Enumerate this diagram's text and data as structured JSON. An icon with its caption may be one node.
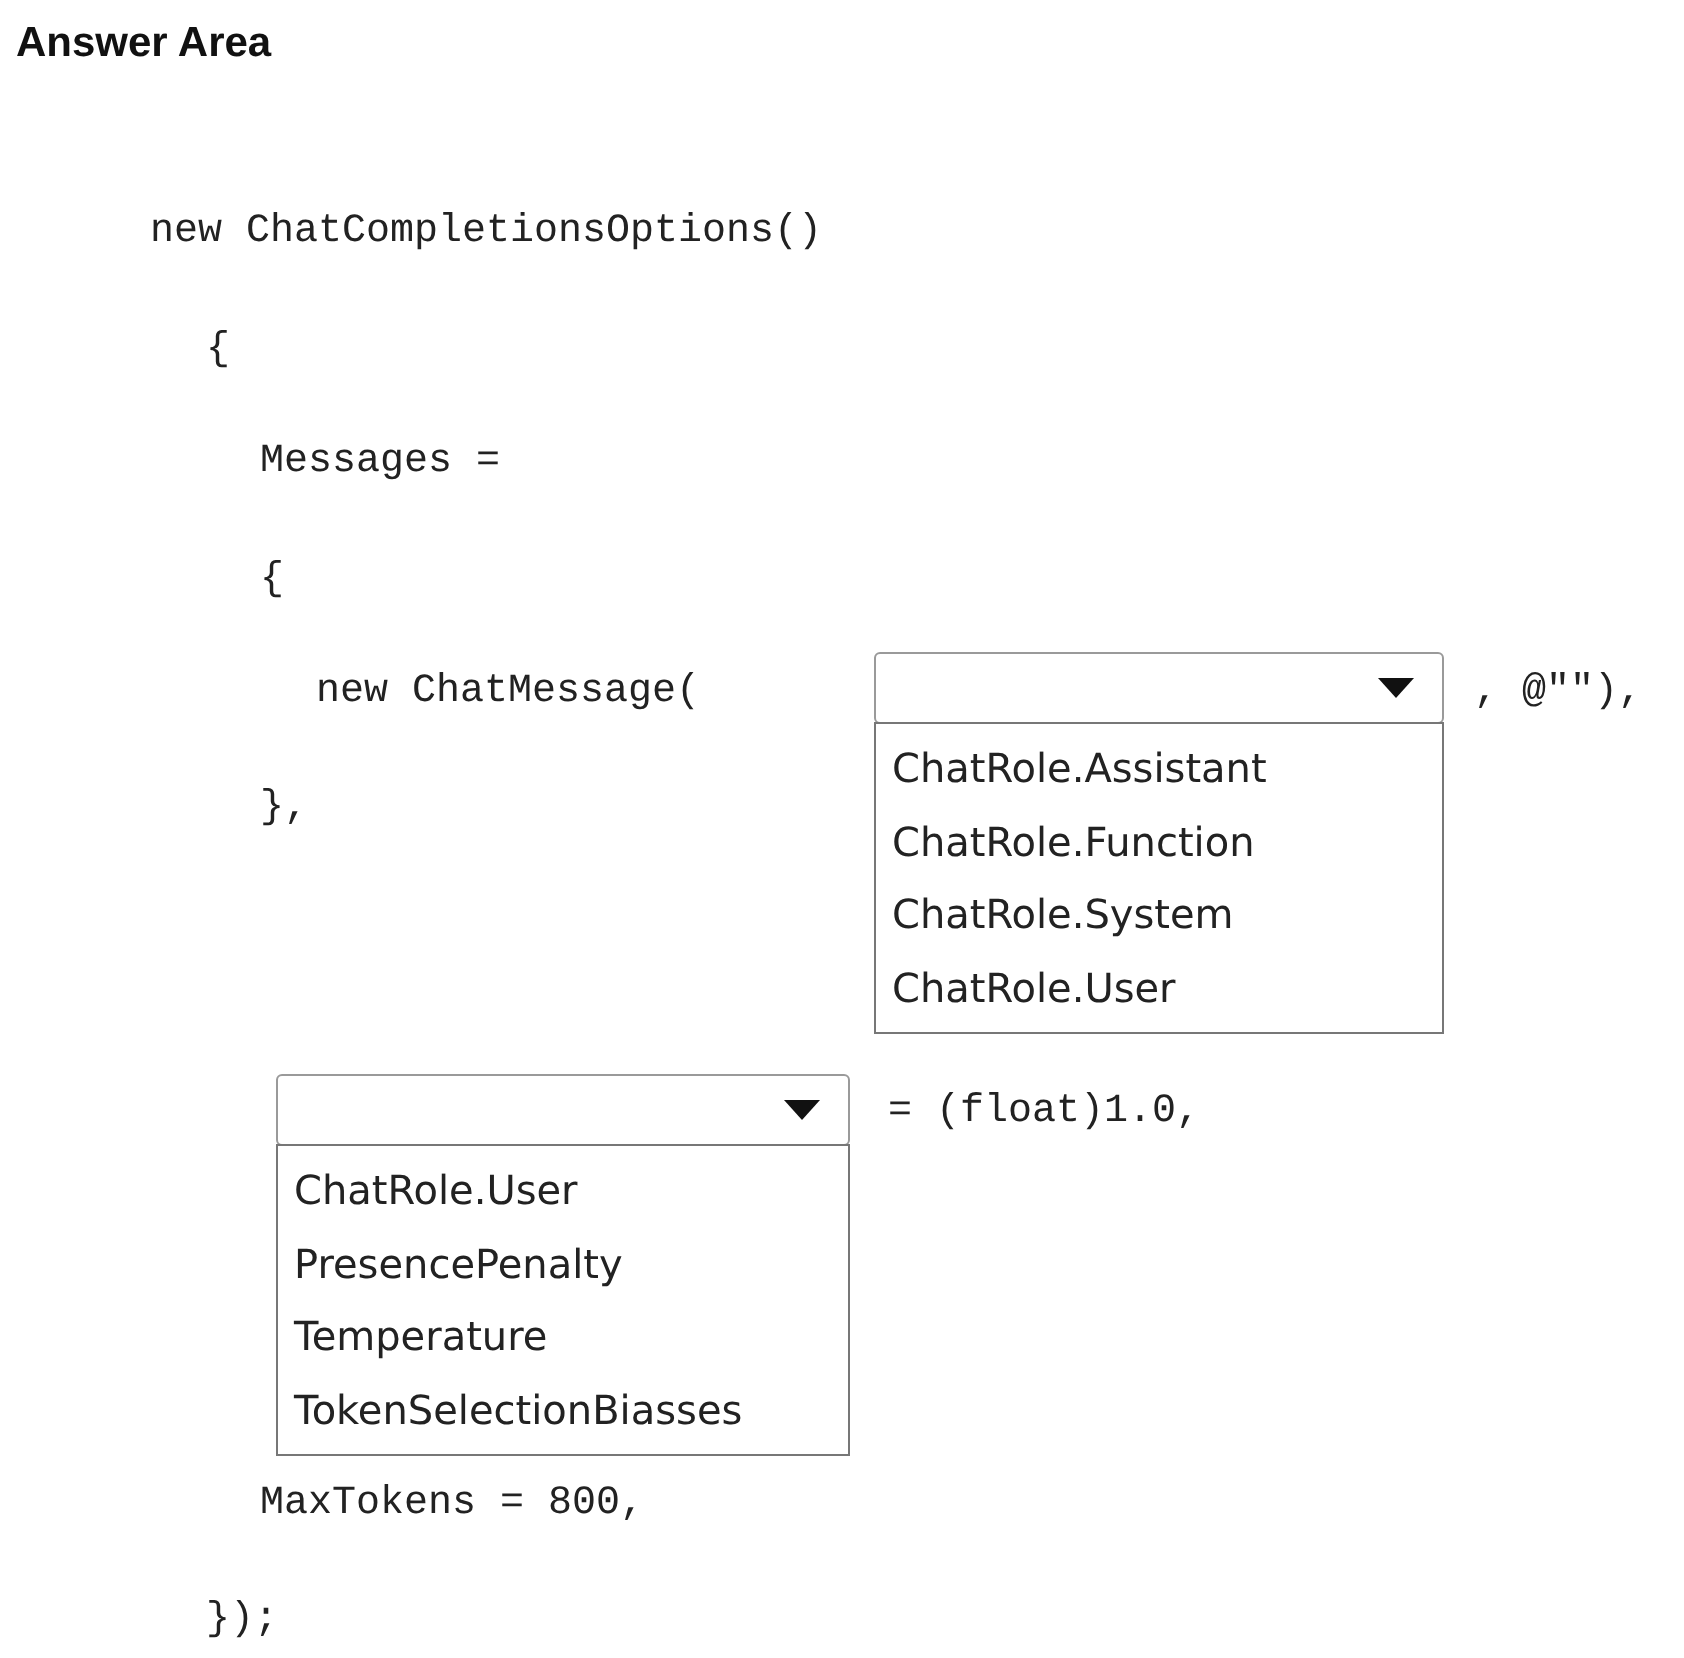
{
  "diagram": {
    "title": "Answer Area",
    "nodes": [
      {
        "text": [],
        "shape": "box"
      },
      {
        "text": [
          "ChatRole.Assistant",
          "ChatRole.Function",
          "ChatRole.System",
          "ChatRole.User"
        ]
      },
      {
        "text": [],
        "shape": "box"
      },
      {
        "text": [
          "ChatRole.User",
          "PresencePenalty",
          "Temperature",
          "TokenSelectionBiasses"
        ]
      }
    ],
    "labels": [
      "new ChatCompletionsOptions()",
      "{",
      "Messages =",
      "{",
      "new ChatMessage(",
      ", @\"\"),",
      "},",
      "= (float)1.0,",
      "MaxTokens = 800,",
      "});"
    ]
  }
}
